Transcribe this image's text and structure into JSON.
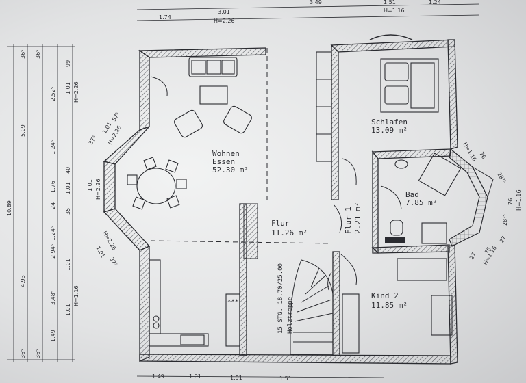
{
  "rooms": {
    "wohnen": {
      "name1": "Wohnen",
      "name2": "Essen",
      "area": "52.30 m²"
    },
    "schlafen": {
      "name": "Schlafen",
      "area": "13.09 m²"
    },
    "bad": {
      "name": "Bad",
      "area": "7.85 m²"
    },
    "flur1": {
      "name": "Flur",
      "area": "11.26 m²"
    },
    "flur2": {
      "name": "Flur 1",
      "area": "2.21 m²"
    },
    "kind2": {
      "name": "Kind 2",
      "area": "11.85 m²"
    }
  },
  "stair": {
    "label1": "15 STG. 18.70/25.00",
    "label2": "Holztreppe"
  },
  "hob_label": "***",
  "top_dims": [
    "1.74",
    "3.01",
    "H=2.26",
    "3.49",
    "1.51",
    "H=1.16",
    "1.24"
  ],
  "bottom_dims": [
    "1.49",
    "1.01",
    "1.91",
    "1.51"
  ],
  "left_dims": {
    "outer": "10.89",
    "mid": [
      "5.09",
      "4.93"
    ],
    "top_small": [
      "36⁵",
      "36⁵"
    ],
    "bottom_small": [
      "36⁵",
      "36⁵"
    ],
    "col1": [
      "2.52⁵",
      "1.24⁵",
      "1.76",
      "24",
      "1.24⁵",
      "2.94⁵",
      "3.48⁵",
      "1.49"
    ],
    "col2": [
      "99",
      "1.01",
      "H=2.26",
      "1.01",
      "40",
      "1.01",
      "35",
      "1.01",
      "H=1.16"
    ],
    "diag1": [
      "1.01",
      "57⁵",
      "37⁵",
      "H=2.26"
    ],
    "diag2": [
      "1.01",
      "H=2.26",
      "37⁵"
    ],
    "bay": [
      "H=2.26",
      "1.01"
    ]
  },
  "right_dims": {
    "upper": [
      "H=1.16",
      "76",
      "28⁷⁵"
    ],
    "side": [
      "76",
      "H=1.16",
      "28⁷⁵"
    ],
    "lower": [
      "27",
      "76",
      "27",
      "H=1.16"
    ]
  }
}
